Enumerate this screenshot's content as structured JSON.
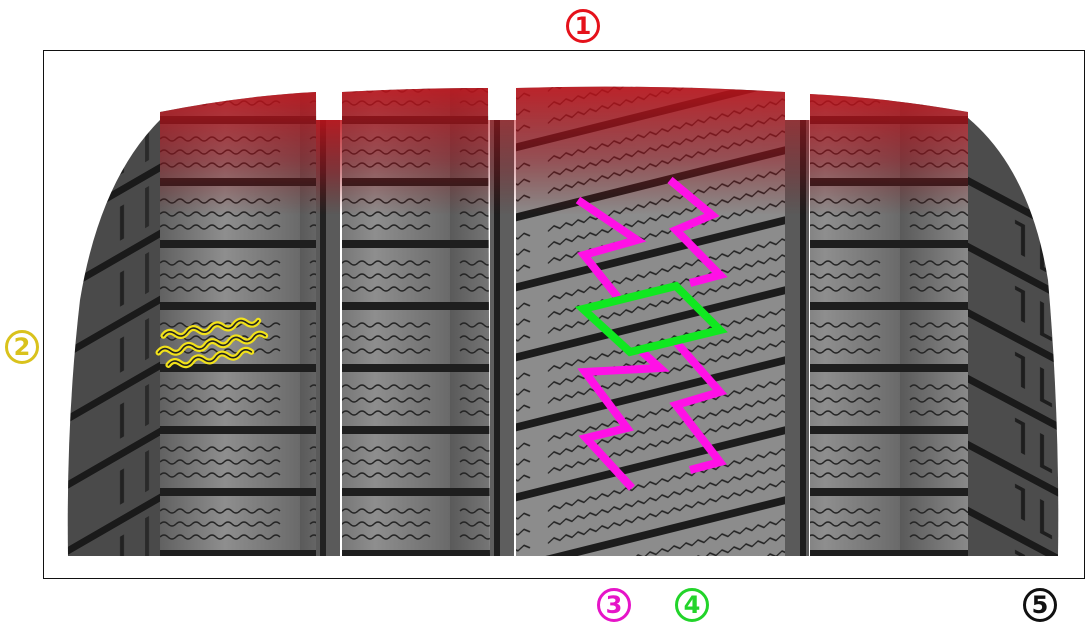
{
  "diagram": {
    "subject": "Winter tyre tread pattern with numbered feature callouts",
    "callouts": [
      {
        "id": 1,
        "label": "1",
        "color": "#e5121b",
        "highlight": "red-tinted top area of tread (shoulder & rib tops)"
      },
      {
        "id": 2,
        "label": "2",
        "color": "#d9c21c",
        "highlight": "yellow-outlined wavy sipes on left shoulder block"
      },
      {
        "id": 3,
        "label": "3",
        "color": "#e614c8",
        "highlight": "magenta zig-zag outline on center rib"
      },
      {
        "id": 4,
        "label": "4",
        "color": "#22d42a",
        "highlight": "green outlined block on center rib"
      },
      {
        "id": 5,
        "label": "5",
        "color": "#111111",
        "highlight": "right sidewall/shoulder edge"
      }
    ]
  },
  "colors": {
    "frame": "#111111",
    "tread_light": "#9a9a9a",
    "tread_dark": "#3a3a3a",
    "groove": "#1c1c1c",
    "red_tint": "#c4121a",
    "magenta": "#ff10e6",
    "green": "#10e820",
    "yellow": "#f2e21a"
  }
}
